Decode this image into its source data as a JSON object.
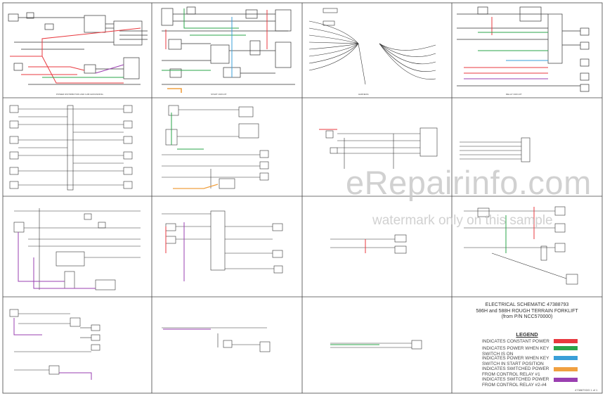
{
  "title_block": {
    "line1": "ELECTRICAL SCHEMATIC 47388793",
    "line2": "586H and 588H ROUGH TERRAIN FORKLIFT",
    "line3": "(from P/N NCC570000)"
  },
  "legend": {
    "title": "LEGEND",
    "items": [
      {
        "label": "INDICATES CONSTANT POWER",
        "color": "#e8393f"
      },
      {
        "label": "INDICATES POWER WHEN KEY SWITCH IS ON",
        "color": "#2aa44a"
      },
      {
        "label": "INDICATES POWER WHEN KEY SWITCH IN START POSITION",
        "color": "#3a9fd8"
      },
      {
        "label": "INDICATES SWITCHED POWER FROM CONTROL RELAY #1",
        "color": "#f0a040"
      },
      {
        "label": "INDICATES SWITCHED POWER FROM CONTROL RELAY #2-#4",
        "color": "#9a3fb0"
      }
    ]
  },
  "watermark": {
    "main": "eRepairinfo.com",
    "sub": "watermark only on this sample"
  },
  "drawing_number": "47388793/3 1 of 1"
}
